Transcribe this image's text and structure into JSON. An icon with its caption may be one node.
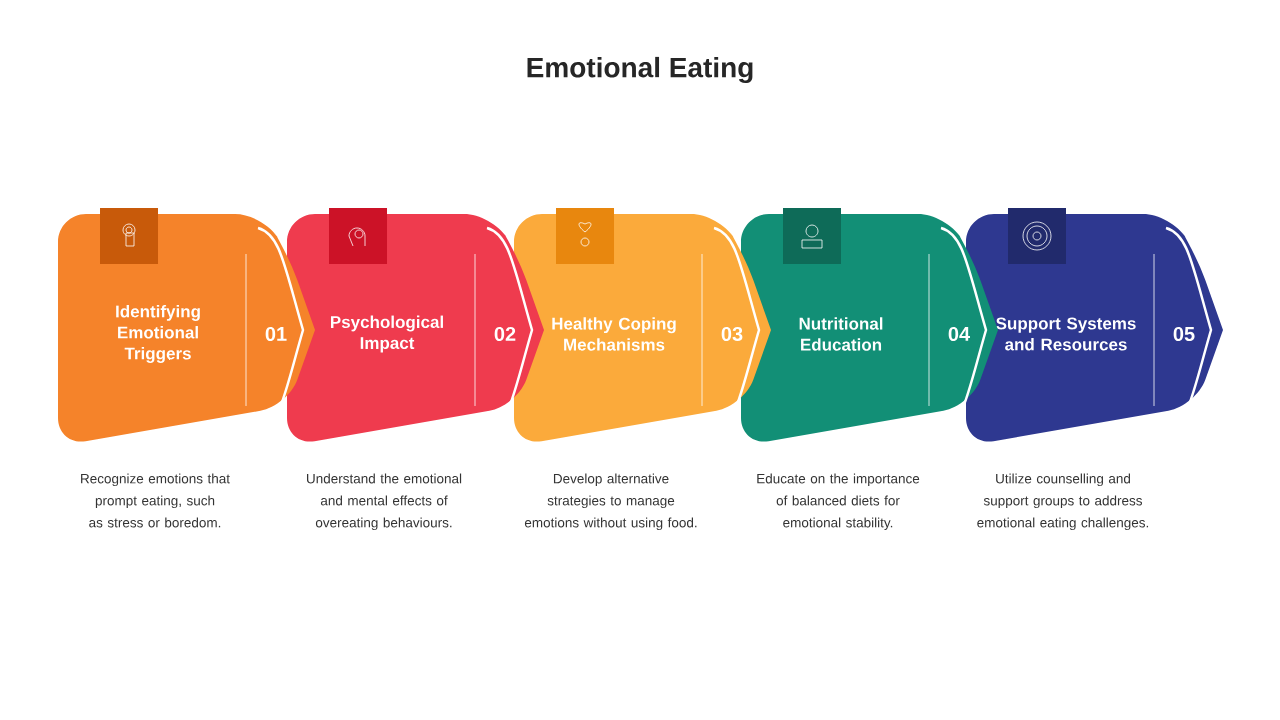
{
  "diagram": {
    "title": "Emotional Eating",
    "nodes": [
      {
        "text": [
          "Identifying Emotional Triggers",
          "01"
        ],
        "beside": [
          "Recognize emotions that prompt eating, such as stress or boredom."
        ]
      },
      {
        "text": [
          "Psychological Impact",
          "02"
        ],
        "beside": [
          "Understand the emotional and mental effects of overeating behaviours."
        ]
      },
      {
        "text": [
          "Healthy Coping Mechanisms",
          "03"
        ],
        "beside": [
          "Develop alternative strategies to manage emotions without using food."
        ]
      },
      {
        "text": [
          "Nutritional Education",
          "04"
        ],
        "beside": [
          "Educate on the importance of balanced diets for emotional stability."
        ]
      },
      {
        "text": [
          "Support Systems and Resources",
          "05"
        ],
        "beside": [
          "Utilize counselling and support groups to address emotional eating challenges."
        ]
      }
    ]
  }
}
